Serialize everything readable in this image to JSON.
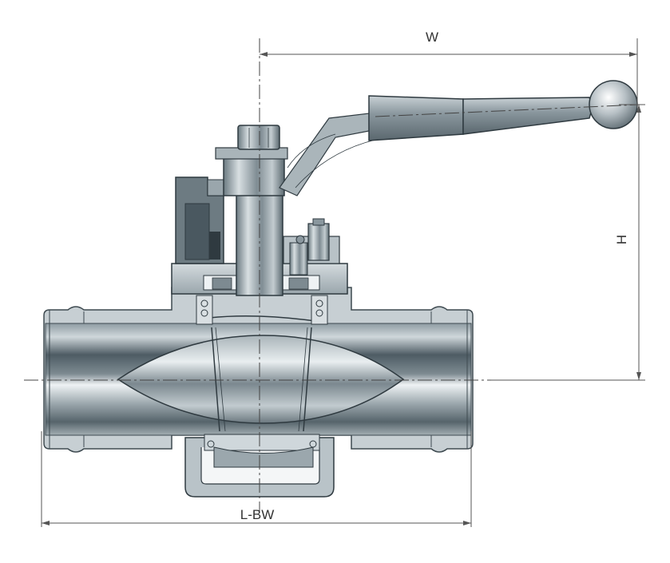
{
  "dimensions": {
    "width_label": "W",
    "height_label": "H",
    "length_label": "L-BW"
  },
  "colors": {
    "background": "#ffffff",
    "steel_dark": "#4a5860",
    "steel_mid": "#8a979e",
    "steel_light": "#dfe5e8",
    "dimension_line": "#555555",
    "centerline": "#444444"
  }
}
